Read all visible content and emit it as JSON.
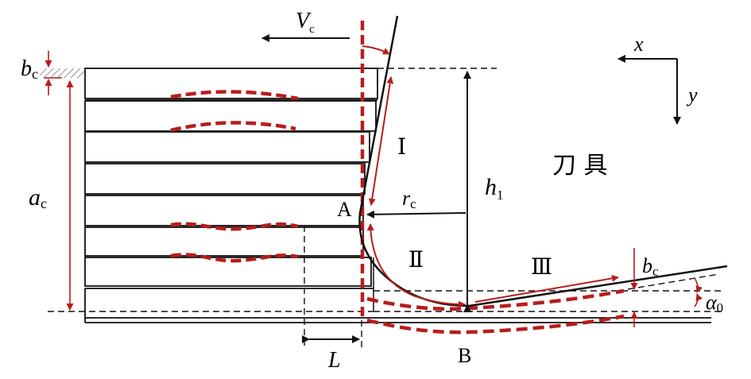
{
  "colors": {
    "ink": "#111111",
    "accent": "#b81c1c"
  },
  "labels": {
    "vc_main": "V",
    "vc_sub": "c",
    "bc_left_main": "b",
    "bc_left_sub": "c",
    "ac_main": "a",
    "ac_sub": "c",
    "x_axis": "x",
    "y_axis": "y",
    "point_a": "A",
    "point_b": "B",
    "zone_1": "Ⅰ",
    "zone_2": "Ⅱ",
    "zone_3": "Ⅲ",
    "rc_main": "r",
    "rc_sub": "c",
    "h1_main": "h",
    "h1_sub": "1",
    "tool": "刀 具",
    "bc_right_main": "b",
    "bc_right_sub": "c",
    "alpha0_main": "α",
    "alpha0_sub": "0",
    "length_l": "L"
  }
}
